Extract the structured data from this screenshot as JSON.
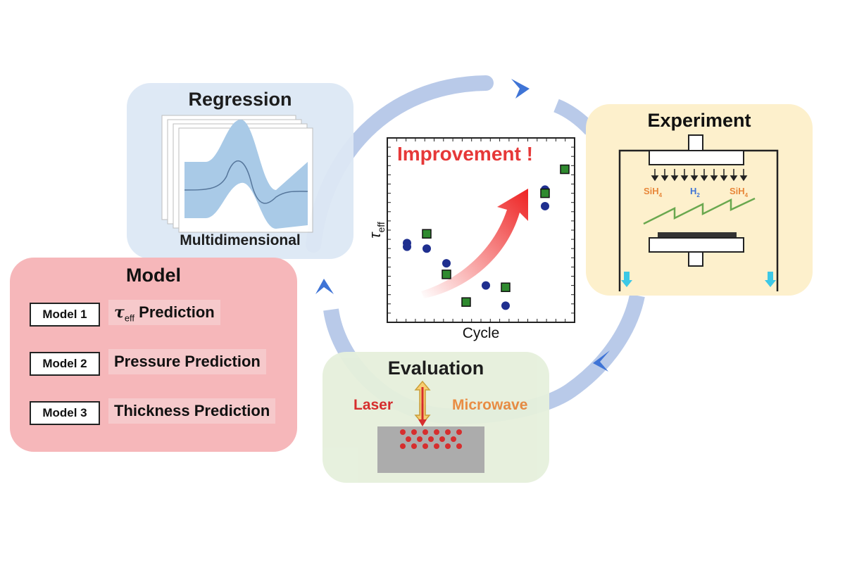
{
  "colors": {
    "regression_bg": "#dde8f5",
    "experiment_bg": "#fdf0cc",
    "model_bg": "#f6b7ba",
    "evaluation_bg": "#e6f0dc",
    "cycle_arrow": "#a8bde3",
    "chevron": "#3f74d6",
    "improvement_text": "#e63838",
    "marker_circle": "#1f2f8f",
    "marker_square": "#2f8a2f",
    "laser_text": "#d42323",
    "microwave_text": "#e8873a"
  },
  "regression": {
    "title": "Regression",
    "subtitle": "Multidimensional"
  },
  "experiment": {
    "title": "Experiment",
    "gas_left": "SiH",
    "gas_left_sub": "4",
    "gas_mid": "H",
    "gas_mid_sub": "2",
    "gas_right": "SiH",
    "gas_right_sub": "4"
  },
  "model": {
    "title": "Model",
    "rows": [
      {
        "name": "Model 1",
        "prediction_symbol": "τ",
        "prediction_sub": "eff",
        "prediction": "Prediction"
      },
      {
        "name": "Model 2",
        "prediction": "Pressure Prediction"
      },
      {
        "name": "Model 3",
        "prediction": "Thickness Prediction"
      }
    ]
  },
  "evaluation": {
    "title": "Evaluation",
    "left_label": "Laser",
    "right_label": "Microwave"
  },
  "chart_data": {
    "type": "scatter",
    "annotation": "Improvement !",
    "xlabel": "Cycle",
    "ylabel": "τ",
    "ylabel_sub": "eff",
    "series": [
      {
        "marker": "circle",
        "x": [
          1,
          1,
          2,
          3,
          5,
          6,
          8,
          8,
          8
        ],
        "y": [
          4.3,
          4.1,
          4.0,
          3.2,
          2.0,
          0.9,
          7.2,
          7.0,
          6.3
        ]
      },
      {
        "marker": "square",
        "x": [
          2,
          3,
          4,
          6,
          8,
          9
        ],
        "y": [
          4.8,
          2.6,
          1.1,
          1.9,
          7.0,
          8.3
        ]
      }
    ],
    "xlim": [
      0,
      9.5
    ],
    "ylim": [
      0,
      10
    ]
  }
}
